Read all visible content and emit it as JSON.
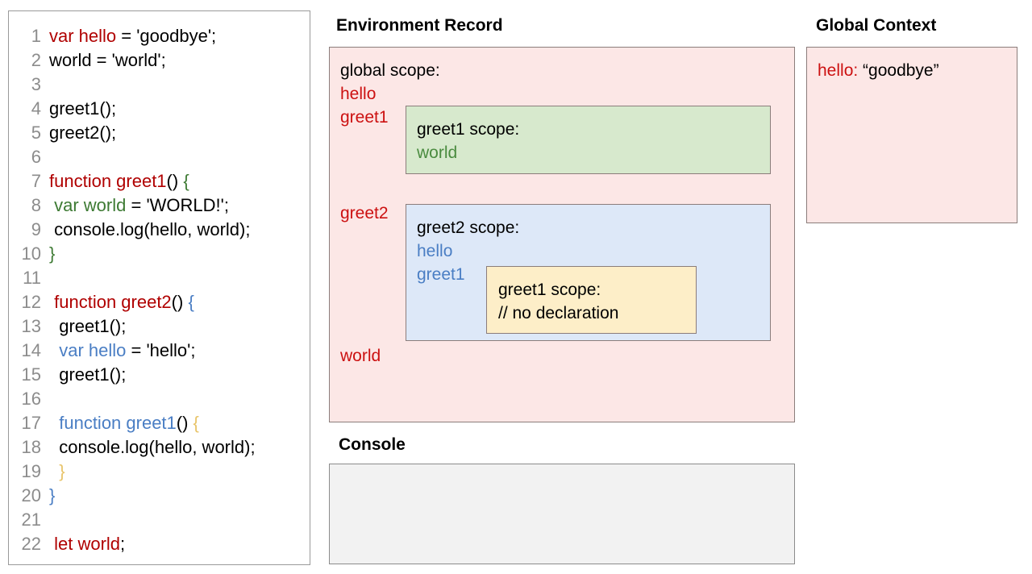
{
  "code_panel": {
    "lines": [
      {
        "num": "1",
        "tokens": [
          {
            "t": "var hello",
            "c": "red"
          },
          {
            "t": " = 'goodbye';",
            "c": "black"
          }
        ]
      },
      {
        "num": "2",
        "tokens": [
          {
            "t": "world = 'world';",
            "c": "black"
          }
        ]
      },
      {
        "num": "3",
        "tokens": [
          {
            "t": "",
            "c": "black"
          }
        ]
      },
      {
        "num": "4",
        "tokens": [
          {
            "t": "greet1();",
            "c": "black"
          }
        ]
      },
      {
        "num": "5",
        "tokens": [
          {
            "t": "greet2();",
            "c": "black"
          }
        ]
      },
      {
        "num": "6",
        "tokens": [
          {
            "t": "",
            "c": "black"
          }
        ]
      },
      {
        "num": "7",
        "tokens": [
          {
            "t": "function greet1",
            "c": "red"
          },
          {
            "t": "() ",
            "c": "black"
          },
          {
            "t": "{",
            "c": "green"
          }
        ]
      },
      {
        "num": "8",
        "tokens": [
          {
            "t": " ",
            "c": "black"
          },
          {
            "t": "var world",
            "c": "green"
          },
          {
            "t": " = 'WORLD!';",
            "c": "black"
          }
        ]
      },
      {
        "num": "9",
        "tokens": [
          {
            "t": " console.log(hello, world);",
            "c": "black"
          }
        ]
      },
      {
        "num": "10",
        "tokens": [
          {
            "t": "}",
            "c": "green"
          }
        ]
      },
      {
        "num": "11",
        "tokens": [
          {
            "t": "",
            "c": "black"
          }
        ]
      },
      {
        "num": "12",
        "tokens": [
          {
            "t": " ",
            "c": "black"
          },
          {
            "t": "function greet2",
            "c": "red"
          },
          {
            "t": "() ",
            "c": "black"
          },
          {
            "t": "{",
            "c": "blue"
          }
        ]
      },
      {
        "num": "13",
        "tokens": [
          {
            "t": "  greet1();",
            "c": "black"
          }
        ]
      },
      {
        "num": "14",
        "tokens": [
          {
            "t": "  ",
            "c": "black"
          },
          {
            "t": "var hello",
            "c": "blue"
          },
          {
            "t": " = 'hello';",
            "c": "black"
          }
        ]
      },
      {
        "num": "15",
        "tokens": [
          {
            "t": "  greet1();",
            "c": "black"
          }
        ]
      },
      {
        "num": "16",
        "tokens": [
          {
            "t": "",
            "c": "black"
          }
        ]
      },
      {
        "num": "17",
        "tokens": [
          {
            "t": "  ",
            "c": "black"
          },
          {
            "t": "function greet1",
            "c": "blue"
          },
          {
            "t": "() ",
            "c": "black"
          },
          {
            "t": "{",
            "c": "yellow"
          }
        ]
      },
      {
        "num": "18",
        "tokens": [
          {
            "t": "  console.log(hello, world);",
            "c": "black"
          }
        ]
      },
      {
        "num": "19",
        "tokens": [
          {
            "t": "  ",
            "c": "black"
          },
          {
            "t": "}",
            "c": "yellow"
          }
        ]
      },
      {
        "num": "20",
        "tokens": [
          {
            "t": "}",
            "c": "blue"
          }
        ]
      },
      {
        "num": "21",
        "tokens": [
          {
            "t": "",
            "c": "black"
          }
        ]
      },
      {
        "num": "22",
        "tokens": [
          {
            "t": " ",
            "c": "black"
          },
          {
            "t": "let world",
            "c": "red"
          },
          {
            "t": ";",
            "c": "black"
          }
        ]
      }
    ]
  },
  "environment_record": {
    "title": "Environment Record",
    "global_scope_label": "global scope:",
    "global_bindings": [
      "hello",
      "greet1",
      "greet2",
      "world"
    ],
    "greet1_scope": {
      "title": "greet1 scope:",
      "bindings": [
        "world"
      ]
    },
    "greet2_scope": {
      "title": "greet2 scope:",
      "bindings": [
        "hello",
        "greet1"
      ],
      "nested_greet1_scope": {
        "title": "greet1 scope:",
        "note": "// no declaration"
      }
    }
  },
  "global_context": {
    "title": "Global Context",
    "entry_key": "hello:",
    "entry_value": "“goodbye”"
  },
  "console": {
    "title": "Console",
    "output": ""
  },
  "colors": {
    "red": "#cc1111",
    "green": "#4a8b3f",
    "blue": "#4a7ec4",
    "pink_panel": "#fce7e6",
    "green_panel": "#d7e9cd",
    "blue_panel": "#dde8f8",
    "yellow_panel": "#fdeec8",
    "console_panel": "#f2f2f2"
  }
}
